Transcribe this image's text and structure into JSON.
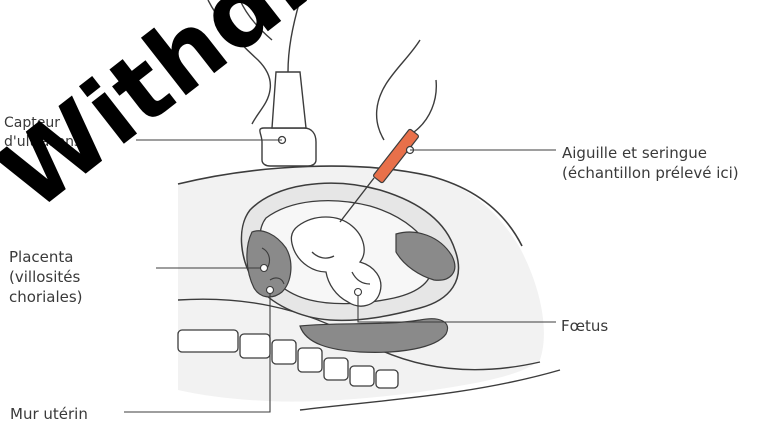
{
  "labels": {
    "transducer": [
      "Capteur",
      "d'ultrasons"
    ],
    "needle": [
      "Aiguille et seringue",
      "(échantillon prélevé ici)"
    ],
    "placenta": [
      "Placenta",
      "(villosités",
      "choriales)"
    ],
    "fetus": "Fœtus",
    "uterine_wall": "Mur utérin"
  },
  "watermark": "Withdrawn",
  "colors": {
    "outline": "#3c3c3c",
    "tissue_grey": "#8a8a8a",
    "tissue_light": "#e6e6e6",
    "body_shade": "#f2f2f2",
    "amniotic": "#f7f7f7",
    "syringe": "#e8704a",
    "watermark": "#000000"
  }
}
